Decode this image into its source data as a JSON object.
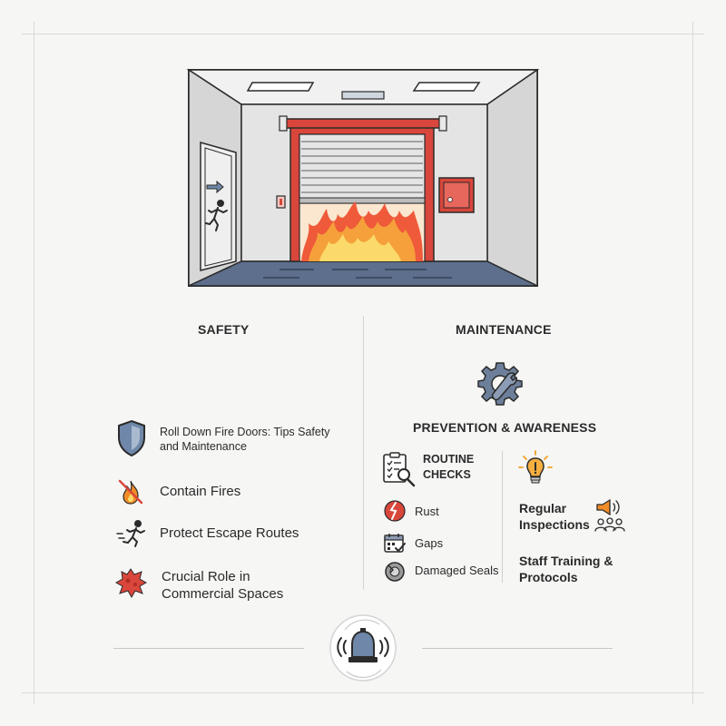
{
  "safety": {
    "header": "SAFETY",
    "items": [
      {
        "label": "Roll Down Fire Doors: Tips Safety and Maintenance",
        "icon": "shield-icon"
      },
      {
        "label": "Contain Fires",
        "icon": "no-fire-icon"
      },
      {
        "label": "Protect Escape Routes",
        "icon": "running-person-icon"
      },
      {
        "label": "Crucial Role in Commercial Spaces",
        "icon": "fire-splash-icon"
      }
    ]
  },
  "maintenance": {
    "header": "MAINTENANCE",
    "subheader": "PREVENTION & AWARENESS",
    "routine_checks": "ROUTINE CHECKS",
    "issues": [
      {
        "label": "Rust",
        "icon": "rust-icon"
      },
      {
        "label": "Gaps",
        "icon": "calendar-check-icon"
      },
      {
        "label": "Damaged Seals",
        "icon": "broken-seal-icon"
      }
    ],
    "regular_inspections": "Regular Inspections",
    "staff_training": "Staff Training & Protocols"
  },
  "colors": {
    "accent_red": "#d9463b",
    "flame_orange": "#f28c28",
    "shield_blue": "#6f87a8",
    "floor_blue": "#5d6f8c",
    "gear_blue": "#6d7f9a",
    "bulb_orange": "#f0a020"
  }
}
